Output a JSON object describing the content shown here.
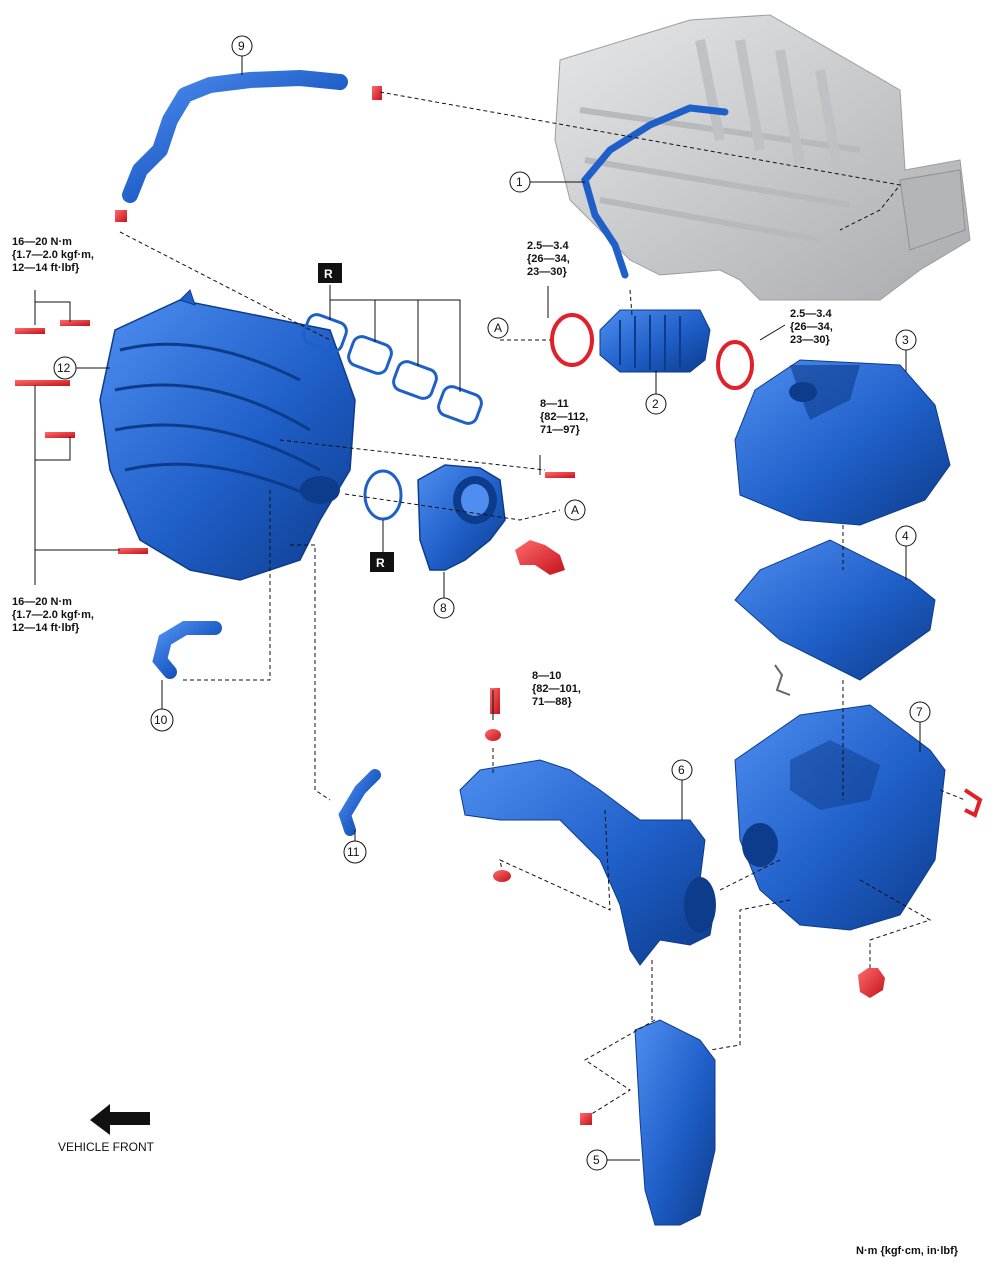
{
  "torque_labels": {
    "manifold_upper": "16—20 N·m\n{1.7—2.0 kgf·m,\n12—14 ft·lbf}",
    "manifold_lower": "16—20 N·m\n{1.7—2.0 kgf·m,\n12—14 ft·lbf}",
    "clamp_left": "2.5—3.4\n{26—34,\n23—30}",
    "clamp_right": "2.5—3.4\n{26—34,\n23—30}",
    "throttle_bolt": "8—11\n{82—112,\n71—97}",
    "resonator_bolt": "8—10\n{82—101,\n71—88}"
  },
  "callouts": [
    "1",
    "2",
    "3",
    "4",
    "5",
    "6",
    "7",
    "8",
    "9",
    "10",
    "11",
    "12"
  ],
  "ref_marker": "A",
  "replace_marker": "R",
  "vehicle_front_label": "VEHICLE FRONT",
  "units_note": "N·m {kgf·cm, in·lbf}",
  "colors": {
    "part_blue": "#1f5fc8",
    "part_dark": "#0d3c8c",
    "fastener_red": "#e0202a",
    "engine_gray": "#c9cacc"
  }
}
